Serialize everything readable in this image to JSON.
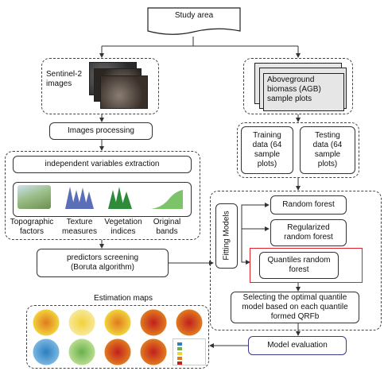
{
  "nodes": {
    "study_area": "Study area",
    "sentinel_images": "Sentinel-2\nimages",
    "agb_plots": "Aboveground\nbiomass (AGB)\nsample plots",
    "images_processing": "Images processing",
    "training_data": "Training\ndata (64\nsample\nplots)",
    "testing_data": "Testing\ndata (64\nsample\nplots)",
    "variables_extraction": "independent variables extraction",
    "topographic": "Topographic\nfactors",
    "texture": "Texture\nmeasures",
    "vegetation": "Vegetation\nindices",
    "original_bands": "Original\nbands",
    "fitting_models": "Fitting Models",
    "random_forest": "Random forest",
    "regularized_rf": "Regularized\nrandom forest",
    "quantiles_rf": "Quantiles random\nforest",
    "predictors_screening": "predictors screening\n(Boruta algorithm)",
    "selecting_model": "Selecting the optimal quantile\nmodel based on each quantile\nformed QRFb",
    "estimation_maps": "Estimation maps",
    "model_evaluation": "Model evaluation"
  },
  "colors": {
    "highlight": "#e0202a",
    "evaluation_border": "#3b3b8a",
    "map_yellow": "#f2d23a",
    "map_orange": "#e07a1f",
    "map_red": "#c21f1f",
    "map_blue": "#2a7fc0",
    "map_green": "#6ab04c"
  }
}
